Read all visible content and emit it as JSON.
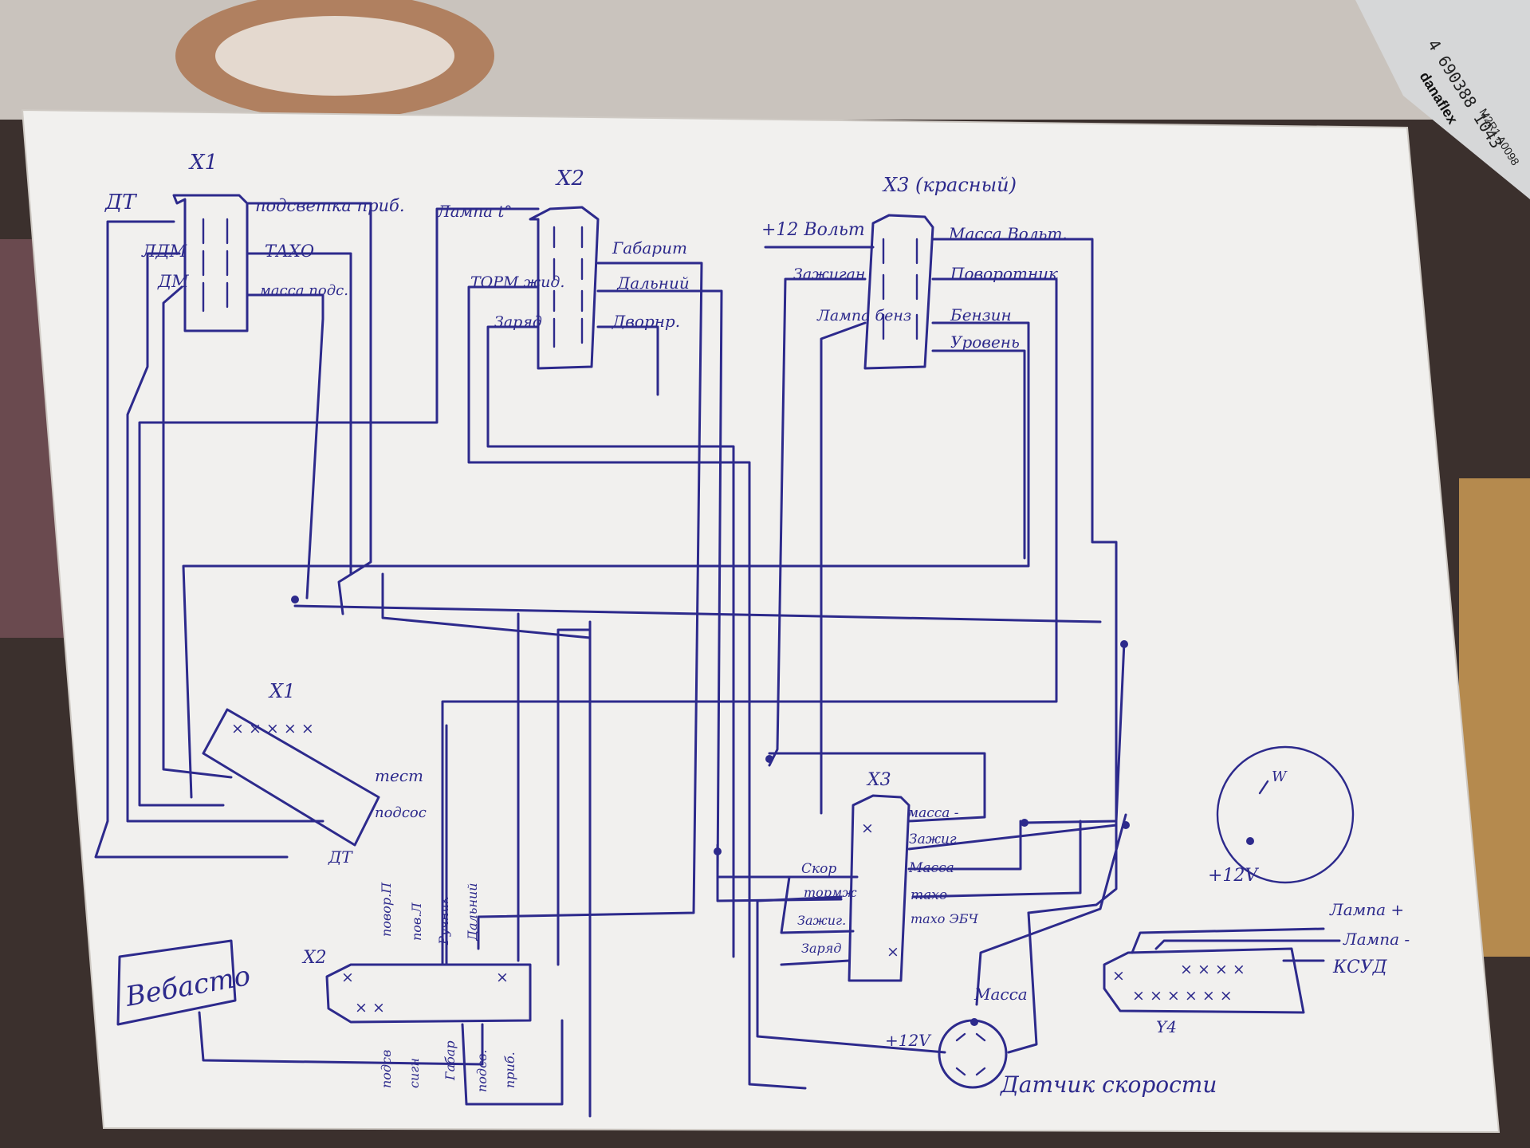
{
  "background_items": {
    "package_barcode": "4 690388 1043",
    "package_brand": "danaflex",
    "package_code": "M2R1 A0098"
  },
  "diagram": {
    "connectors": [
      {
        "id": "x1-top",
        "name": "X1",
        "pins_left": [
          "ДТ",
          "ЛДМ",
          "ДМ"
        ],
        "pins_right": [
          "подсветка приб.",
          "ТАХО",
          "масса подс."
        ]
      },
      {
        "id": "x2-top",
        "name": "X2",
        "pins_left": [
          "Лампа t°",
          "ТОРМ жид.",
          "Заряд"
        ],
        "pins_right": [
          "Габарит",
          "Дальний",
          "Дворнр."
        ]
      },
      {
        "id": "x3-top",
        "name": "X3 (красный)",
        "pins_left": [
          "+12 Вольт",
          "Зажиган",
          "Лампа бенз"
        ],
        "pins_right": [
          "Масса Вольт.",
          "Поворотник",
          "Бензин",
          "Уровень"
        ]
      },
      {
        "id": "x1-bottom",
        "name": "X1",
        "pins": [
          "тест",
          "подсос",
          "ДТ"
        ]
      },
      {
        "id": "x2-bottom",
        "name": "X2",
        "pins_top": [
          "повор.П",
          "пов.Л",
          "Ручник",
          "Дальний"
        ],
        "pins_bottom": [
          "подсв",
          "сигн",
          "Габар",
          "подсв.",
          "приб."
        ]
      },
      {
        "id": "x3-bottom",
        "name": "X3",
        "pins_right": [
          "масса -",
          "Зажиг",
          "Масса",
          "тахо",
          "тахо ЭБЧ"
        ],
        "pins_left": [
          "Скор",
          "тормж",
          "Зажиг.",
          "Заряд"
        ]
      },
      {
        "id": "x4",
        "name": "Y4",
        "pins": [
          "Лампа +",
          "Лампа -",
          "КСУД"
        ]
      }
    ],
    "devices": {
      "webasto": "Вебасто",
      "speed_sensor": {
        "name": "Датчик скорости",
        "pin_plus": "+12V",
        "pin_mass": "Масса"
      },
      "gauge": {
        "label_plus": "+12V",
        "label_w": "W"
      }
    }
  }
}
